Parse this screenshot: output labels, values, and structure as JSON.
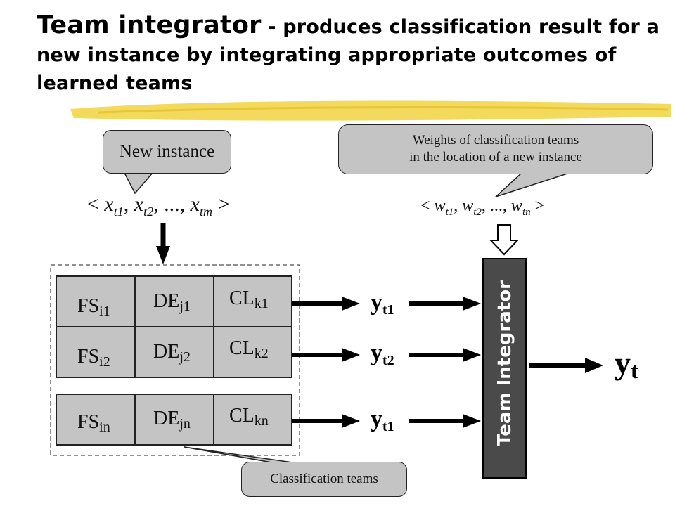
{
  "title": {
    "main": "Team integrator",
    "rest": " - produces classification result for a new instance by integrating appropriate outcomes of learned teams"
  },
  "bubbles": {
    "new_instance": "New instance",
    "weights_line1": "Weights of classification teams",
    "weights_line2": "in the location of a new instance",
    "teams": "Classification teams"
  },
  "instance_vector": {
    "open": "<",
    "close": ">",
    "sep": ", ",
    "ellipsis": "...",
    "x": "x",
    "sub1": "t1",
    "sub2": "t2",
    "subm": "tm"
  },
  "weights_vector": {
    "open": "<",
    "close": ">",
    "sep": ", ",
    "ellipsis": "...",
    "w": "w",
    "sub1": "t1",
    "sub2": "t2",
    "subn": "tn"
  },
  "teams": [
    {
      "fs": "FS",
      "fs_sub": "i1",
      "de": "DE",
      "de_sub": "j1",
      "cl": "CL",
      "cl_sub": "k1",
      "y": "y",
      "y_sub": "t1"
    },
    {
      "fs": "FS",
      "fs_sub": "i2",
      "de": "DE",
      "de_sub": "j2",
      "cl": "CL",
      "cl_sub": "k2",
      "y": "y",
      "y_sub": "t2"
    },
    {
      "fs": "FS",
      "fs_sub": "in",
      "de": "DE",
      "de_sub": "jn",
      "cl": "CL",
      "cl_sub": "kn",
      "y": "y",
      "y_sub": "t1"
    }
  ],
  "integrator": {
    "label": "Team Integrator"
  },
  "output": {
    "y": "y",
    "sub": "t"
  },
  "colors": {
    "bubble_fill": "#c4c4c4",
    "cell_fill": "#c4c4c4",
    "integrator_fill": "#4a4a4a",
    "underline": "#f2d64a"
  }
}
